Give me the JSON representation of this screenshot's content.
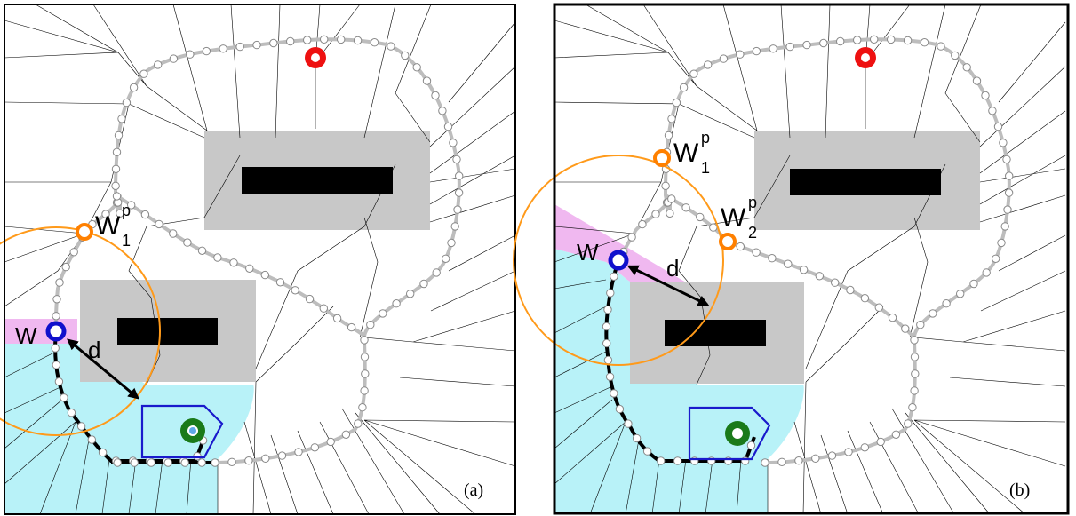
{
  "panels": [
    {
      "caption": "(a)",
      "labels": {
        "w": "W",
        "d": "d",
        "wp1": "W",
        "wp1_sup": "p",
        "wp1_sub": "1"
      }
    },
    {
      "caption": "(b)",
      "labels": {
        "w": "W",
        "d": "d",
        "wp1": "W",
        "wp1_sup": "p",
        "wp1_sub": "1",
        "wp2": "W",
        "wp2_sup": "p",
        "wp2_sub": "2"
      }
    }
  ],
  "colors": {
    "obstacle": "#000000",
    "inflated_obstacle": "#c8c8c8",
    "cyan_region": "#b8f2f8",
    "magenta_region": "#f0b8f0",
    "path": "#000000",
    "global_path": "#bdbdbd",
    "waypoint_w": "#1010cc",
    "waypoint_candidate": "#ff8000",
    "search_circle": "#ff9a1a",
    "goal": "#ee1111",
    "robot": "#1a7a1a",
    "robot_outline": "#1a1acc"
  },
  "icons": [
    "goal-marker-icon",
    "robot-marker-icon",
    "robot-footprint-icon",
    "distance-arrow-icon"
  ]
}
